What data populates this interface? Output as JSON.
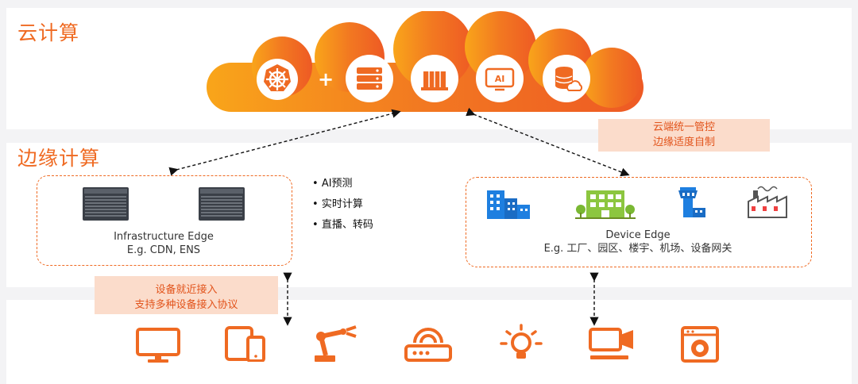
{
  "cloud": {
    "title": "云计算",
    "plus": "+",
    "icons": [
      "helm-wheel-icon",
      "server-stack-icon",
      "container-icon",
      "ai-icon",
      "database-cloud-icon"
    ],
    "ai_text": "AI"
  },
  "edge": {
    "title": "边缘计算",
    "infra": {
      "line1": "Infrastructure Edge",
      "line2": "E.g. CDN, ENS"
    },
    "bullets": [
      "AI预测",
      "实时计算",
      "直播、转码"
    ],
    "device": {
      "line1": "Device Edge",
      "line2": "E.g. 工厂、园区、楼宇、机场、设备网关"
    }
  },
  "notes": {
    "cloud_edge": [
      "云端统一管控",
      "边缘适度自制"
    ],
    "device_access": [
      "设备就近接入",
      "支持多种设备接入协议"
    ]
  },
  "devices": [
    "monitor-icon",
    "tablet-phone-icon",
    "robot-arm-icon",
    "router-icon",
    "light-bulb-icon",
    "camera-icon",
    "washing-machine-icon"
  ],
  "colors": {
    "accent": "#ef6a22",
    "accent_light": "#fbdccb",
    "blue": "#1e7fe0",
    "green": "#8cc63f"
  }
}
